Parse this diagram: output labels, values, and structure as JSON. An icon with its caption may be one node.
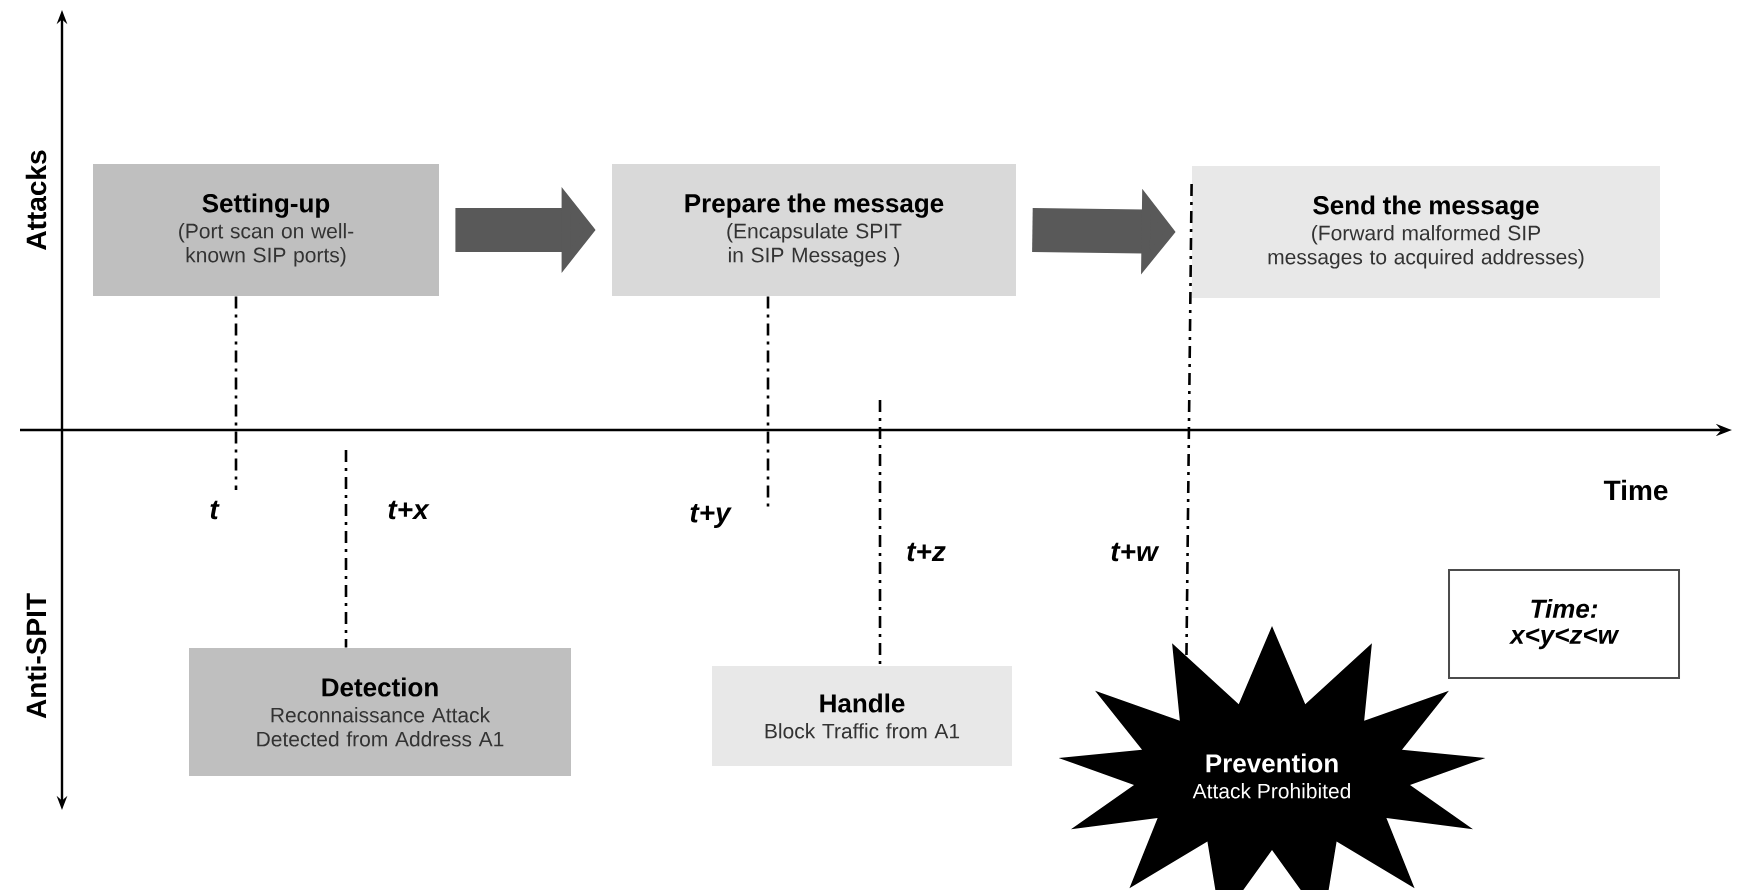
{
  "diagram": {
    "nodes": [
      {
        "text": [
          "Setting-up",
          "(Port scan on well-known SIP ports)"
        ]
      },
      {
        "text": [
          "Prepare the message",
          "(Encapsulate SPIT in SIP Messages )"
        ]
      },
      {
        "text": [
          "Send the message",
          "(Forward malformed SIP messages to acquired addresses)"
        ]
      },
      {
        "text": [
          "Detection",
          "Reconnaissance Attack Detected from Address A1"
        ]
      },
      {
        "text": [
          "Handle",
          "Block Traffic from A1"
        ]
      },
      {
        "text": [
          "Prevention",
          "Attack Prohibited"
        ]
      },
      {
        "text": [
          "Time:",
          "x<y<z<w"
        ]
      }
    ],
    "edges": [
      {
        "from": 0,
        "to": 1,
        "arrow": "to",
        "style": "thick"
      },
      {
        "from": 1,
        "to": 2,
        "arrow": "to",
        "style": "thick"
      },
      {
        "from": 0,
        "to": null,
        "arrow": "none",
        "style": "dashed"
      },
      {
        "from": null,
        "to": 3,
        "arrow": "none",
        "style": "dashed"
      },
      {
        "from": 1,
        "to": null,
        "arrow": "none",
        "style": "dashed"
      },
      {
        "from": null,
        "to": 4,
        "arrow": "none",
        "style": "dashed"
      },
      {
        "from": 2,
        "to": 5,
        "arrow": "none",
        "style": "dashed"
      }
    ],
    "labels": [
      "Attacks",
      "Anti-SPIT",
      "Time",
      "t",
      "t+x",
      "t+y",
      "t+z",
      "t+w"
    ]
  }
}
